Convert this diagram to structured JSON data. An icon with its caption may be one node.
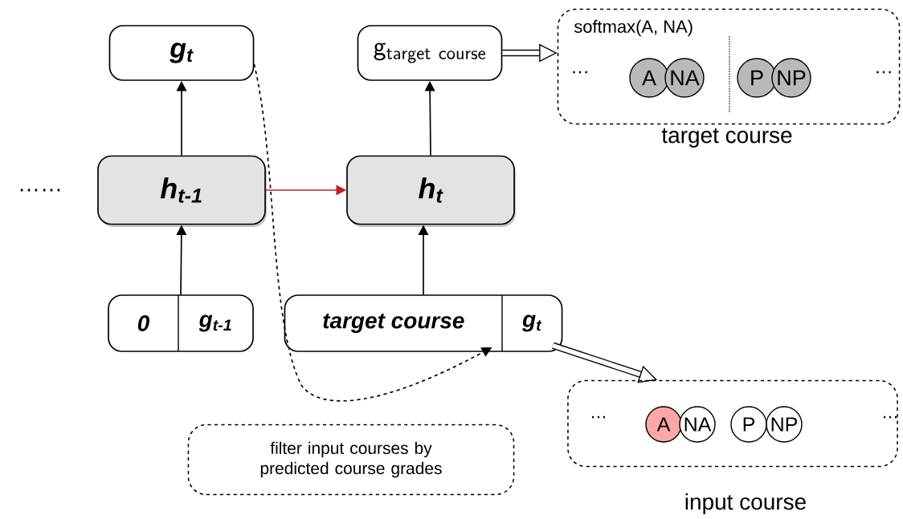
{
  "diagram": {
    "nodes": [
      {
        "text": [
          "g$_{t}$"
        ]
      },
      {
        "text": [
          "\\mathsf{g}_{\\mathsf{target\\ course}}"
        ]
      },
      {
        "text": [
          "softmax(A, NA)"
        ],
        "beside": [
          "target course"
        ]
      },
      {
        "text": [
          "A"
        ],
        "in": 2
      },
      {
        "text": [
          "NA"
        ],
        "in": 2
      },
      {
        "text": [
          "P"
        ],
        "in": 2
      },
      {
        "text": [
          "NP"
        ],
        "in": 2
      },
      {
        "text": [
          "h$_{t-1}$"
        ]
      },
      {
        "text": [
          "h$_{t}$"
        ]
      },
      {
        "text": [
          "0",
          "g$_{t-1}$"
        ]
      },
      {
        "text": [
          "target course",
          "g$_{t}$"
        ]
      },
      {
        "text": [],
        "shape": "box",
        "beside": [
          "input course"
        ]
      },
      {
        "text": [
          "A"
        ],
        "in": 11
      },
      {
        "text": [
          "NA"
        ],
        "in": 11
      },
      {
        "text": [
          "P"
        ],
        "in": 11
      },
      {
        "text": [
          "NP"
        ],
        "in": 11
      },
      {
        "text": [
          "filter input courses by predicted course grades"
        ]
      }
    ],
    "edges": [
      {
        "from": 9,
        "to": 7,
        "arrow": "to"
      },
      {
        "from": 7,
        "to": 0,
        "arrow": "to"
      },
      {
        "from": 7,
        "to": 8,
        "arrow": "to",
        "color": "#c0202a"
      },
      {
        "from": 10,
        "to": 8,
        "arrow": "to"
      },
      {
        "from": 8,
        "to": 1,
        "arrow": "to"
      },
      {
        "from": 1,
        "to": 2,
        "arrow": "to",
        "style": "thick"
      },
      {
        "from": 10,
        "to": 11,
        "arrow": "to",
        "style": "thick"
      },
      {
        "from": 0,
        "to": 10,
        "arrow": "to",
        "style": "dashed"
      }
    ],
    "labels": [
      "…",
      "…",
      "……",
      "…",
      "…"
    ]
  }
}
